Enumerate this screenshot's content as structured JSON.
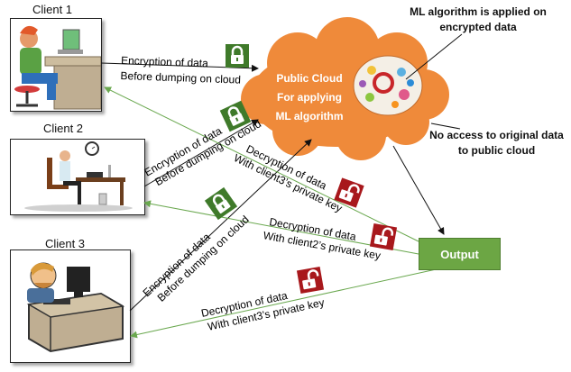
{
  "clients": [
    {
      "label": "Client 1"
    },
    {
      "label": "Client 2"
    },
    {
      "label": "Client 3"
    }
  ],
  "cloud": {
    "lines": [
      "Public Cloud",
      "For applying",
      "ML algorithm"
    ],
    "fill_color": "#ef8a3a"
  },
  "notes": {
    "ml_applied": [
      "ML algorithm is applied on",
      "encrypted data"
    ],
    "no_access": [
      "No access to original data",
      "to public cloud"
    ]
  },
  "output": {
    "label": "Output",
    "color": "#6ca644"
  },
  "encryption_labels": {
    "client1": [
      "Encryption of data",
      "Before dumping on cloud"
    ],
    "client2": [
      "Encryption of data",
      "Before dumping on cloud"
    ],
    "client3": [
      "Encryption of data",
      "Before dumping on cloud"
    ]
  },
  "decryption_labels": {
    "to_client1": [
      "Decryption of data",
      "With client3’s private key"
    ],
    "to_client2": [
      "Decryption of data",
      "With client2’s private key"
    ],
    "to_client3": [
      "Decryption of data",
      "With client3’s private key"
    ]
  },
  "icons": {
    "encrypt": "lock-closed-icon",
    "decrypt": "lock-open-icon"
  }
}
